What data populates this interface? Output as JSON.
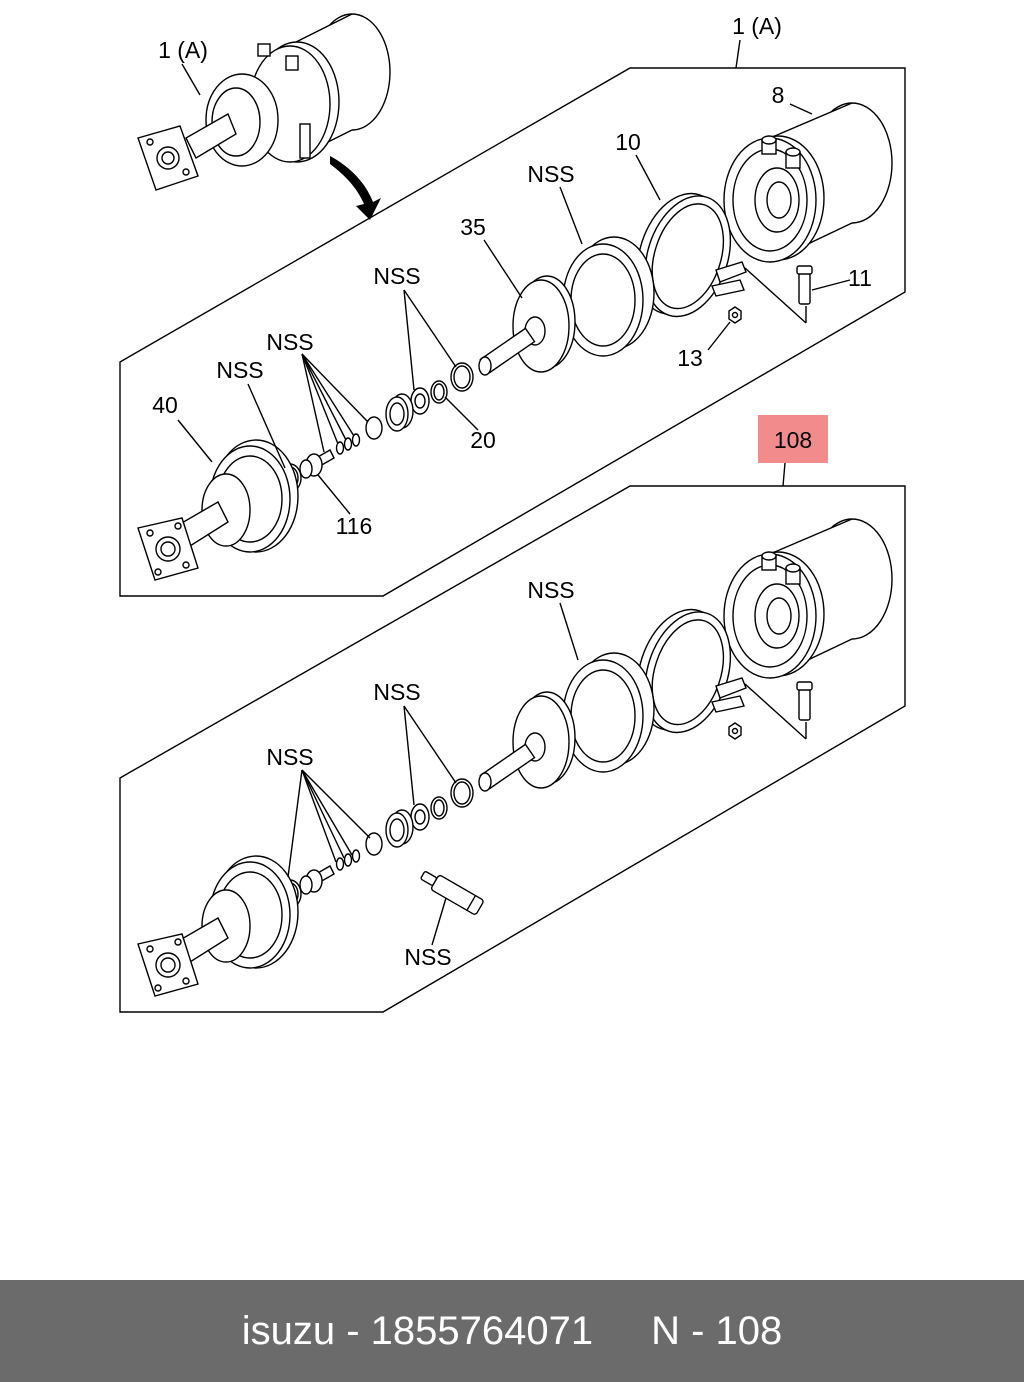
{
  "labels": {
    "overview": "1 (A)",
    "assembly": "1 (A)",
    "chamber": "8",
    "clamp": "10",
    "seal_ring": "NSS",
    "piston": "35",
    "bolt": "11",
    "bearing_set": "NSS",
    "nut": "13",
    "small_parts": "NSS",
    "housing_ring": "NSS",
    "housing": "40",
    "ring": "20",
    "fitting": "116"
  },
  "kit": {
    "label": "108",
    "highlight_color": "#f28b8b",
    "seal_ring": "NSS",
    "bearing_set": "NSS",
    "small_parts": "NSS",
    "sleeve": "NSS"
  },
  "footer": {
    "brand_part": "isuzu - 1855764071",
    "ref": "N - 108"
  }
}
